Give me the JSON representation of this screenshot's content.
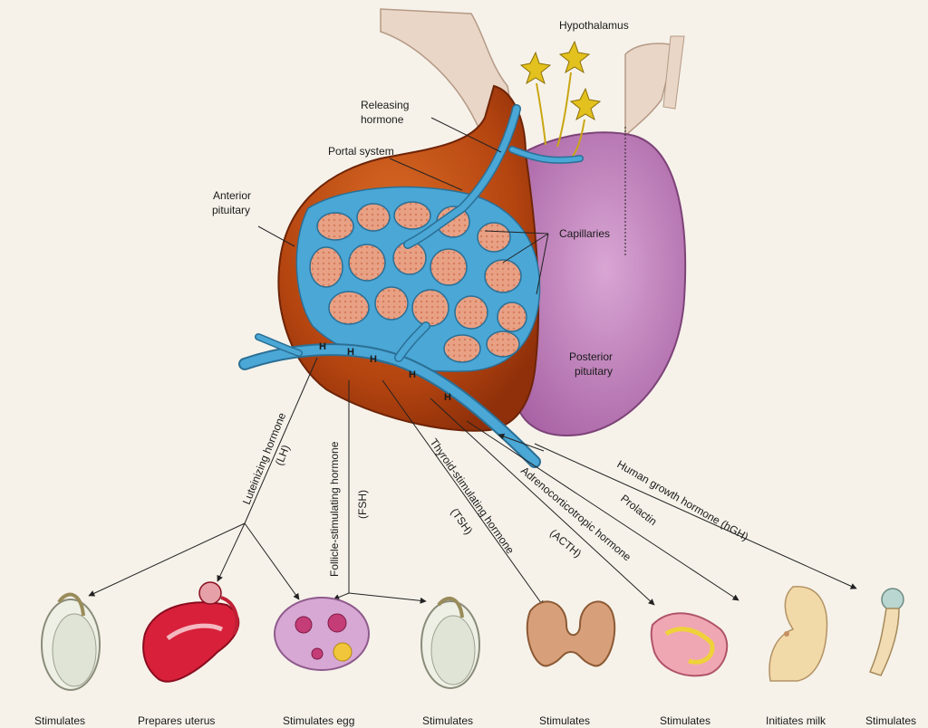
{
  "labels": {
    "hypothalamus": "Hypothalamus",
    "releasing_1": "Releasing",
    "releasing_2": "hormone",
    "portal_system": "Portal system",
    "anterior_1": "Anterior",
    "anterior_2": "pituitary",
    "capillaries": "Capillaries",
    "posterior_1": "Posterior",
    "posterior_2": "pituitary"
  },
  "hormone_marker": "H",
  "hormones": {
    "lh_1": "Luteinizing hormone",
    "lh_2": "(LH)",
    "fsh_1": "Follicle-stimulating hormone",
    "fsh_2": "(FSH)",
    "tsh_1": "Thyroid-stimulating hormone",
    "tsh_2": "(TSH)",
    "acth_1": "Adrenocorticotropic hormone",
    "acth_2": "(ACTH)",
    "prolactin": "Prolactin",
    "hgh": "Human growth hormone (hGH)"
  },
  "targets": [
    "Stimulates",
    "Prepares uterus",
    "Stimulates egg",
    "Stimulates",
    "Stimulates",
    "Stimulates",
    "Initiates milk",
    "Stimulates"
  ],
  "colors": {
    "background": "#f6f2ea",
    "anterior": "#b8480f",
    "posterior": "#c98cc4",
    "vessel": "#4aa7d6",
    "tissue": "#e8a184",
    "stalk": "#e9d6c6",
    "neuron": "#e3c11e"
  }
}
